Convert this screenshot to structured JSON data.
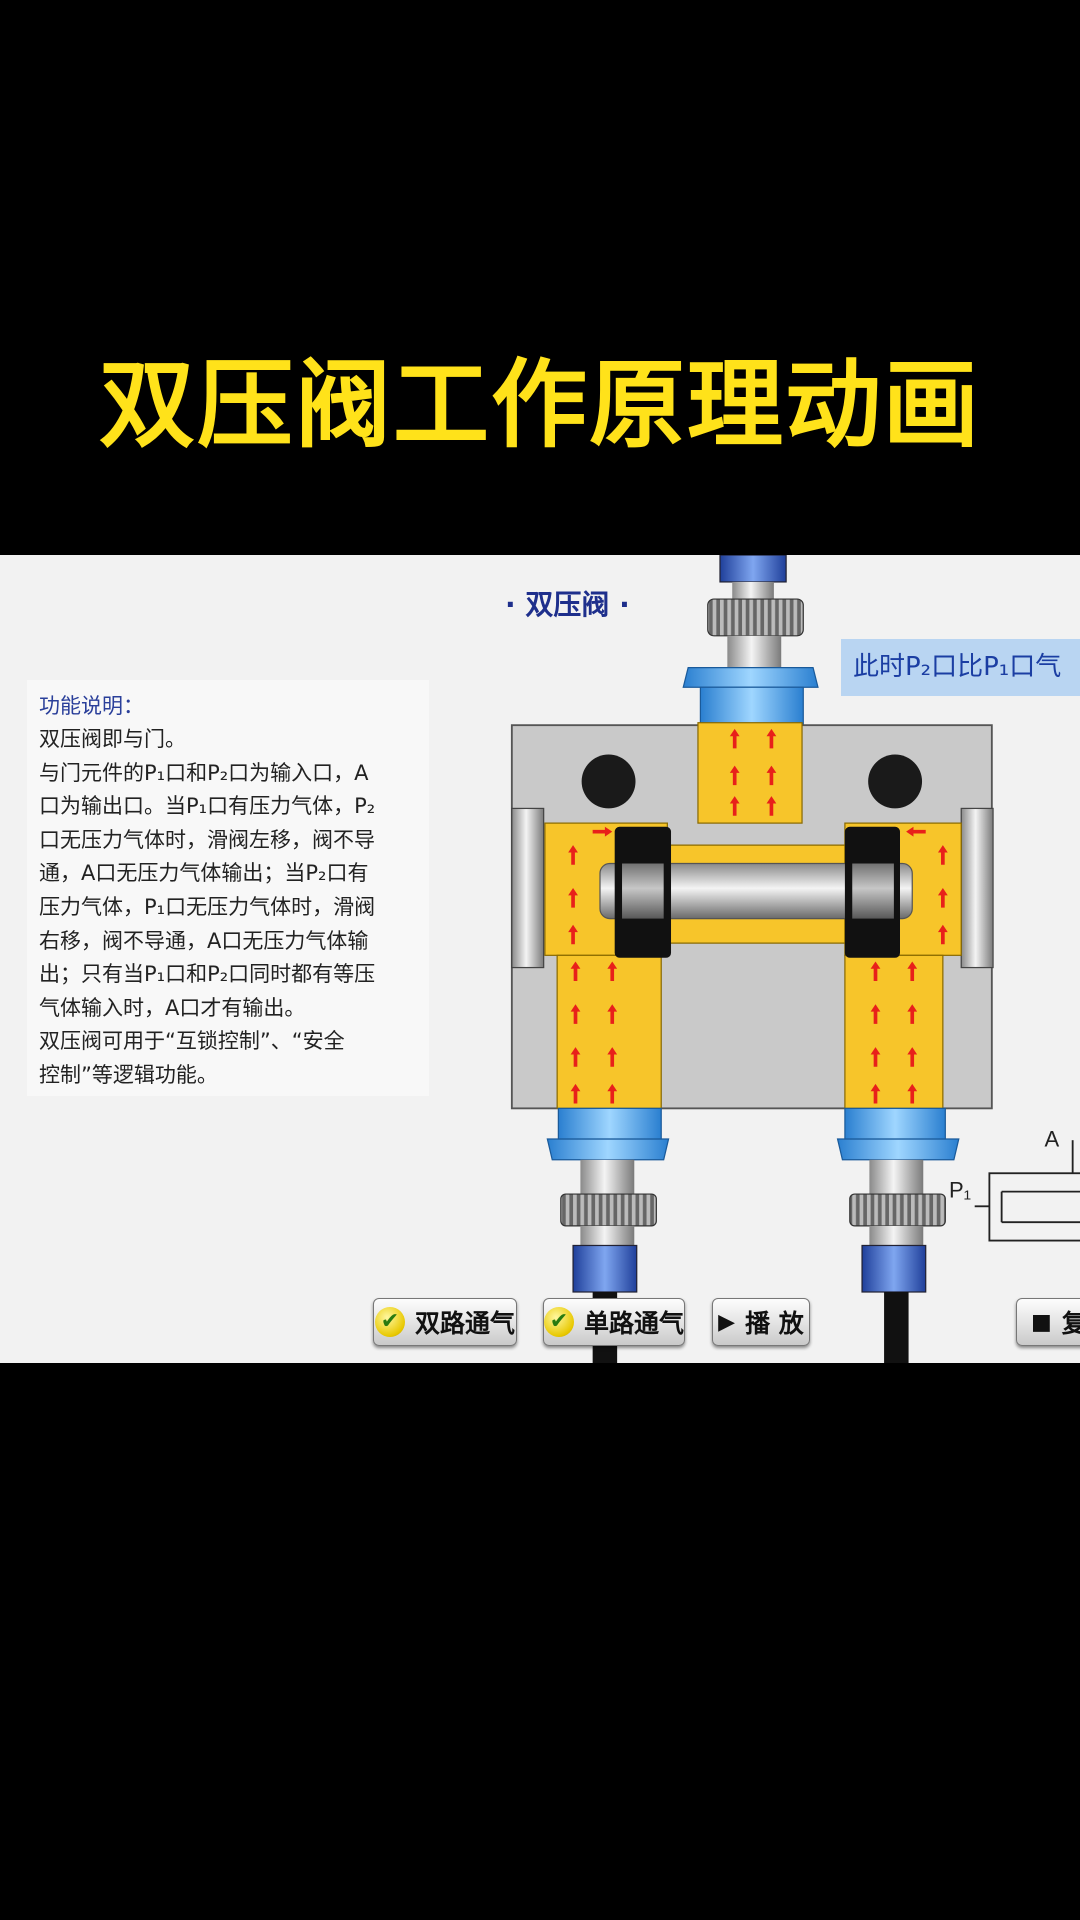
{
  "title": "双压阀工作原理动画",
  "valve_title": "· 双压阀 ·",
  "note": "此时P₂口比P₁口气",
  "info": {
    "heading": "功能说明：",
    "lines": [
      "双压阀即与门。",
      "与门元件的P₁口和P₂口为输入口，A",
      "口为输出口。当P₁口有压力气体，P₂",
      "口无压力气体时，滑阀左移，阀不导",
      "通，A口无压力气体输出；当P₂口有",
      "压力气体，P₁口无压力气体时，滑阀",
      "右移，阀不导通，A口无压力气体输",
      "出；只有当P₁口和P₂口同时都有等压",
      "气体输入时，A口才有输出。",
      "双压阀可用于“互锁控制”、“安全",
      "控制”等逻辑功能。"
    ]
  },
  "schematic": {
    "port_a": "A",
    "port_p1": "P₁"
  },
  "buttons": [
    {
      "label": "双路通气",
      "icon": "check-icon"
    },
    {
      "label": "单路通气",
      "icon": "check-icon"
    },
    {
      "label": "播 放",
      "icon": "play-icon"
    },
    {
      "label": "复",
      "icon": "stop-icon"
    }
  ],
  "colors": {
    "title": "#ffe21a",
    "air": "#f7c52a",
    "arrow": "#e8201a",
    "fitting": "#4aa8e8",
    "body": "#c9c9c9"
  }
}
